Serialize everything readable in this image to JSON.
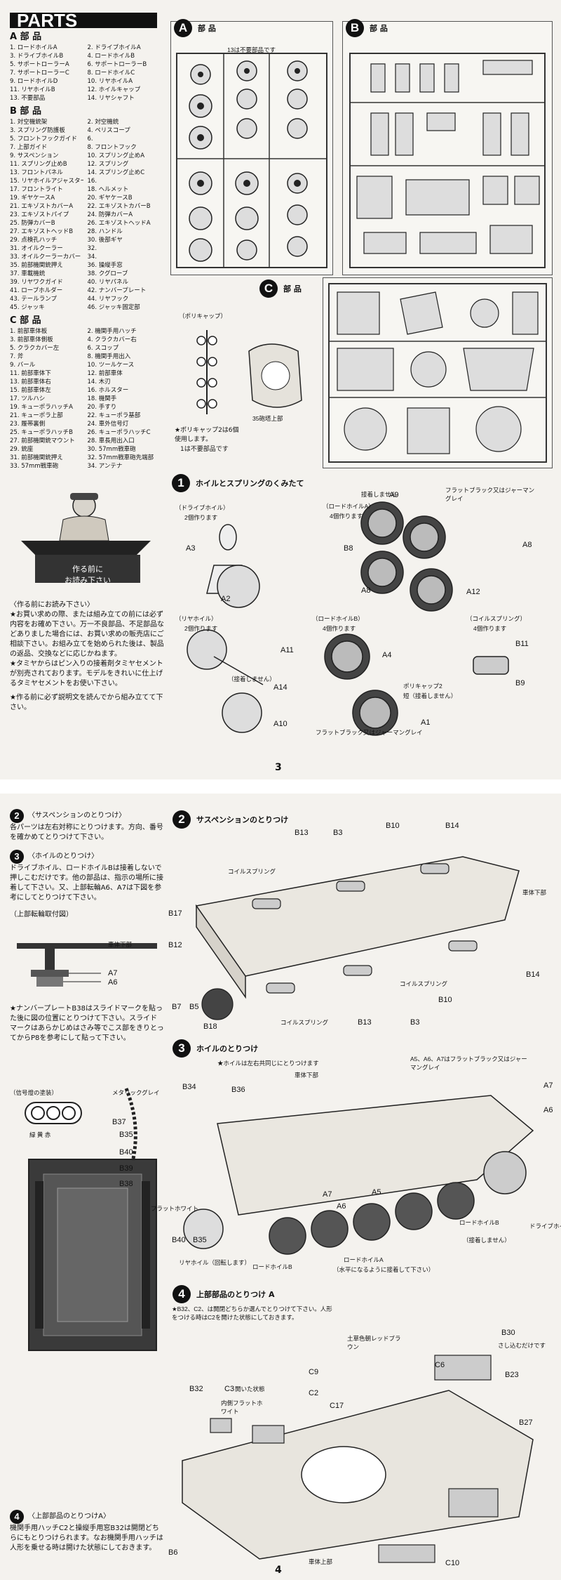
{
  "page3": {
    "page_number": "3",
    "parts_title": "PARTS",
    "section_a_title": "A 部 品",
    "section_a_items": [
      "1. ロードホイルA",
      "2. ドライブホイルA",
      "3. ドライブホイルB",
      "4. ロードホイルB",
      "5. サポートローラーA",
      "6. サポートローラーB",
      "7. サポートローラーC",
      "8. ロードホイルC",
      "9. ロードホイルD",
      "10. リヤホイルA",
      "11. リヤホイルB",
      "12. ホイルキャップ",
      "13. 不要部品",
      "14. リヤシャフト"
    ],
    "section_b_title": "B 部 品",
    "section_b_items": [
      "1. 対空機銃架",
      "2. 対空機銃",
      "3. スプリング防護板",
      "4. ペリスコープ",
      "5. フロントフックガイド",
      "6. ",
      "7. 上部ガイド",
      "8. フロントフック",
      "9. サスペンション",
      "10. スプリング止めA",
      "11. スプリング止めB",
      "12. スプリング",
      "13. フロントパネル",
      "14. スプリング止めC",
      "15. リヤホイルアジャスター",
      "16. ",
      "17. フロントライト",
      "18. ヘルメット",
      "19. ギヤケースA",
      "20. ギヤケースB",
      "21. エキゾストカバーA",
      "22. エキゾストカバーB",
      "23. エキゾストパイプ",
      "24. 防弾カバーA",
      "25. 防弾カバーB",
      "26. エキゾストヘッドA",
      "27. エキゾストヘッドB",
      "28. ハンドル",
      "29. 点検孔ハッチ",
      "30. 後部ギヤ",
      "31. オイルクーラー",
      "32. ",
      "33. オイルクーラーカバー",
      "34. ",
      "35. 前部機関銃押え",
      "36. 操縦手窓",
      "37. 車載機銃",
      "38. クグローブ",
      "39. リヤワクガイド",
      "40. リヤパネル",
      "41. ローブホルダー",
      "42. ナンバープレート",
      "43. テールランプ",
      "44. リヤフック",
      "45. ジャッキ",
      "46. ジャッキ固定部"
    ],
    "section_c_title": "C 部 品",
    "section_c_items": [
      "1. 前部車体板",
      "2. 機関手用ハッチ",
      "3. 前部車体側板",
      "4. クラクカバー右",
      "5. クラクカバー左",
      "6. スコップ",
      "7. 斧",
      "8. 機関手用出入",
      "9. バール",
      "10. ツールケース",
      "11. 前部車体下",
      "12. 前部車体",
      "13. 前部車体右",
      "14. 木刃",
      "15. 前部車体左",
      "16. ホルスター",
      "17. ツルハシ",
      "18. 機関手",
      "19. キューポラハッチA",
      "20. 手すり",
      "21. キューポラ上部",
      "22. キューポラ基部",
      "23. 履帯裏側",
      "24. 車外信号灯",
      "25. キューポラハッチB",
      "26. キューポラハッチC",
      "27. 前部機関銃マウント",
      "28. 車長用出入口",
      "29. 銃座",
      "30. 57mm戦車砲",
      "31. 前部機関銃押え",
      "32. 57mm戦車砲先端部",
      "33. 57mm戦車砲",
      "34. アンテナ"
    ],
    "before_title": "作る前に",
    "before_sub": "お読み下さい",
    "notes_head": "〈作る前にお読み下さい〉",
    "notes": [
      "★お買い求めの際、または組み立ての前には必ず内容をお確め下さい。万一不良部品、不足部品などありました場合には、お買い求めの販売店にご相談下さい。お組み立てを始められた後は、製品の返品、交換などに応じかねます。",
      "★タミヤからはピン入りの接着剤タミヤセメントが別売されております。モデルをきれいに仕上げるタミヤセメントをお使い下さい。",
      "★作る前に必ず説明文を読んでから組み立てて下さい。"
    ],
    "sheet_a": {
      "letter": "A",
      "title": "部 品",
      "unused": "13は不要部品です"
    },
    "sheet_b": {
      "letter": "B",
      "title": "部 品"
    },
    "sheet_c": {
      "letter": "C",
      "title": "部 品"
    },
    "polycap": {
      "title": "（ポリキャップ）",
      "note1": "★ポリキャップ2は6個使用します。",
      "note2": "1は不要部品です",
      "hull": "35砲塔上部"
    },
    "step1": {
      "num": "1",
      "title": "ホイルとスプリングのくみたて",
      "drive_head": "（ドライブホイル）",
      "drive_qty": "2個作ります",
      "loada_head": "（ロードホイルA）",
      "loada_qty": "4個作ります",
      "rear_head": "（リヤホイル）",
      "rear_qty": "2個作ります",
      "loadb_head": "（ロードホイルB）",
      "loadb_qty": "4個作ります",
      "coil_head": "（コイルスプリング）",
      "coil_qty": "4個作ります",
      "no_glue": "接着しません",
      "no_glue_paren": "（接着しません）",
      "flat_black": "フラットブラック又はジャーマングレイ",
      "polycap2": "ポリキャップ2",
      "polycap_sub": "短（接着しません）",
      "flat_black_bottom": "フラットブラック又はジャーマングレイ",
      "parts": [
        "A9",
        "A3",
        "A2",
        "B8",
        "A8",
        "A8",
        "A12",
        "A11",
        "A14",
        "A10",
        "A4",
        "A1",
        "B11",
        "B9"
      ]
    }
  },
  "page4": {
    "page_number": "4",
    "s2_num": "2",
    "s2_head": "〈サスペンションのとりつけ〉",
    "s2_text": "各パーツは左右対称にとりつけます。方向、番号を確かめてとりつけて下さい。",
    "s3_num": "3",
    "s3_head": "〈ホイルのとりつけ〉",
    "s3_text": "ドライブホイル、ロードホイルBは接着しないで押しこむだけです。他の部品は、指示の場所に接着して下さい。又、上部転輪A6、A7は下図を参考にしてとりつけて下さい。",
    "mount_head": "（上部転輪取付図）",
    "mount_labels": [
      "車体下部",
      "A7",
      "A6"
    ],
    "plate_note": "★ナンバープレートB38はスライドマークを貼った後に図の位置にとりつけて下さい。スライドマークはあらかじめはさみ等でこス部をきりとってからP8を参考にして貼って下さい。",
    "signal_head": "（信号燈の塗装）",
    "signal_sub": "緑 黄 赤",
    "s4_num": "4",
    "s4_head": "〈上部部品のとりつけA〉",
    "s4_text": "機関手用ハッチC2と操縦手用窓B32は開閉どちらにもとりつけられます。なお機関手用ハッチは人形を乗せる時は開けた状態にしておきます。",
    "d2": {
      "num": "2",
      "title": "サスペンションのとりつけ",
      "coil": "コイルスプリング",
      "coil2": "コイルスプリング",
      "coil3": "コイルスプリング",
      "body": "車体下部",
      "labels": [
        "B13",
        "B3",
        "B10",
        "B14",
        "B17",
        "B12",
        "B7",
        "B5",
        "B18",
        "B13",
        "B3",
        "B10",
        "B14"
      ]
    },
    "d3": {
      "num": "3",
      "title": "ホイルのとりつけ",
      "note": "★ホイルは左右共同じにとりつけます",
      "paint": "A5、A6、A7はフラットブラック又はジャーマングレイ",
      "metal": "メタリックグレイ",
      "body": "車体下部",
      "flat_white": "フラットホワイト",
      "rear": "リヤホイル（回転します）",
      "roadb": "ロードホイルB",
      "roada": "ロードホイルA",
      "roada_note": "（水平になるように接着して下さい）",
      "roadb2": "ロードホイルB",
      "roadb2_note": "（接着しません）",
      "drive": "ドライブホイル",
      "labels": [
        "B34",
        "B36",
        "B37",
        "B35",
        "B40",
        "B39",
        "B38",
        "B40",
        "B35",
        "A7",
        "A6",
        "A5",
        "A7",
        "A6"
      ]
    },
    "d4": {
      "num": "4",
      "title": "上部部品のとりつけ A",
      "note": "★B32、C2、は開閉どちらか選んでとりつけて下さい。人形をつける時はC2を開けた状態にしておきます。",
      "open": "開いた状態",
      "inside": "内側フラットホワイト",
      "earth": "土草色朝レッドブラウン",
      "b30": "さし込むだけです",
      "body": "車体上部",
      "labels": [
        "B30",
        "C9",
        "C6",
        "B23",
        "B32",
        "C3",
        "C2",
        "C17",
        "B27",
        "B6",
        "C10"
      ]
    }
  }
}
